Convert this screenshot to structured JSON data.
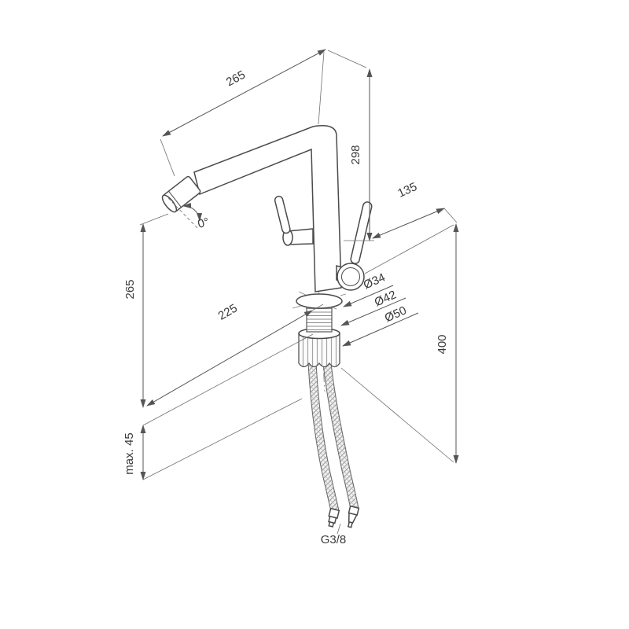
{
  "drawing": {
    "background": "#ffffff",
    "line_color": "#4a4a4a",
    "dim_color": "#555555",
    "subject": "kitchen-faucet-technical-drawing",
    "dims": {
      "spout_reach": "265",
      "spout_height": "298",
      "handle_offset": "135",
      "outlet_height": "265",
      "outlet_reach": "225",
      "body_diameter": "Ø34",
      "collar_diameter": "Ø42",
      "base_diameter": "Ø50",
      "total_height": "400",
      "max_counter_thickness": "max. 45",
      "swivel_angle": "0°",
      "hose_thread": "G3/8"
    }
  }
}
